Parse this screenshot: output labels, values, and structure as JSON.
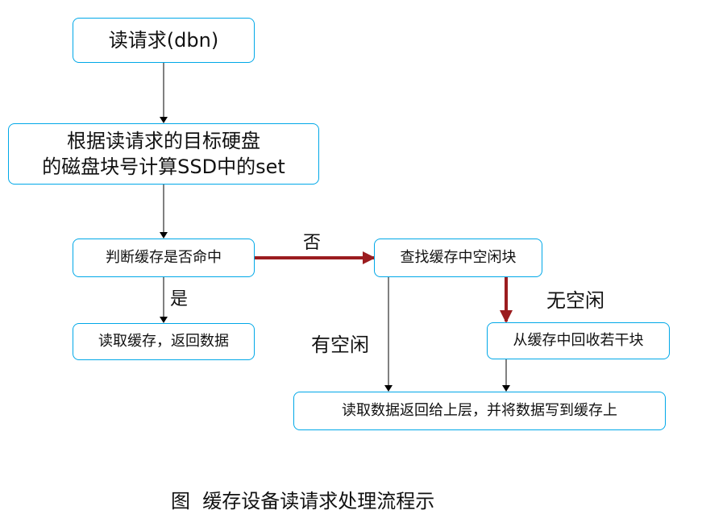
{
  "nodes": {
    "read_request": "读请求(dbn)",
    "compute_set_line1": "根据读请求的目标硬盘",
    "compute_set_line2": "的磁盘块号计算SSD中的set",
    "check_hit": "判断缓存是否命中",
    "read_cache": "读取缓存，返回数据",
    "find_free": "查找缓存中空闲块",
    "reclaim": "从缓存中回收若干块",
    "read_write": "读取数据返回给上层，并将数据写到缓存上"
  },
  "edge_labels": {
    "no": "否",
    "yes": "是",
    "has_free": "有空闲",
    "no_free": "无空闲"
  },
  "caption": "图  缓存设备读请求处理流程示",
  "colors": {
    "box_border": "#00a8e8",
    "highlight_arrow": "#9b1c1f",
    "arrow": "#000000"
  }
}
